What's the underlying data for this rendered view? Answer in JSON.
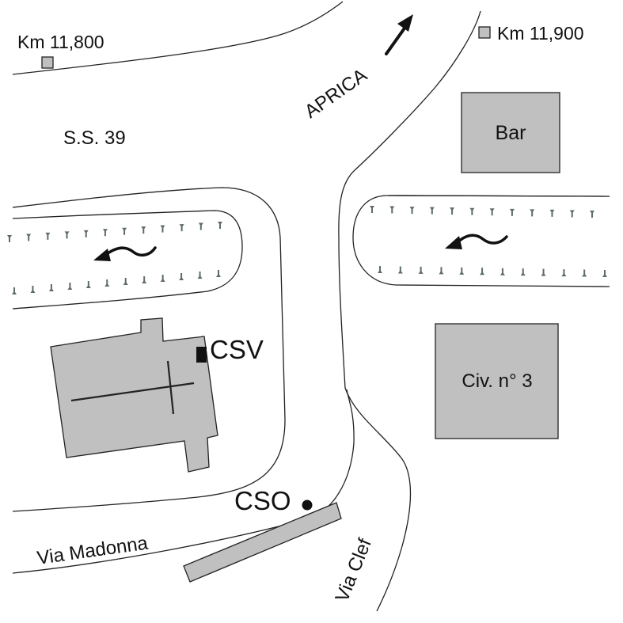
{
  "labels": {
    "km_left": "Km 11,800",
    "km_right": "Km 11,900",
    "road_ss39": "S.S. 39",
    "aprica": "APRICA",
    "bar": "Bar",
    "civ": "Civ. n° 3",
    "csv": "CSV",
    "cso": "CSO",
    "via_madonna": "Via Madonna",
    "via_clef": "Via Clef"
  },
  "colors": {
    "building_fill": "#c0c0c0",
    "line": "#222222",
    "tree": "#5d6b69",
    "background": "#ffffff"
  },
  "icons": {
    "direction": "arrow-up-right-icon",
    "stream_flow": "wavy-arrow-left-icon",
    "tree_row": "tree-icon",
    "csv_marker": "square-marker-icon",
    "cso_marker": "dot-marker-icon",
    "km_marker": "square-marker-icon"
  }
}
